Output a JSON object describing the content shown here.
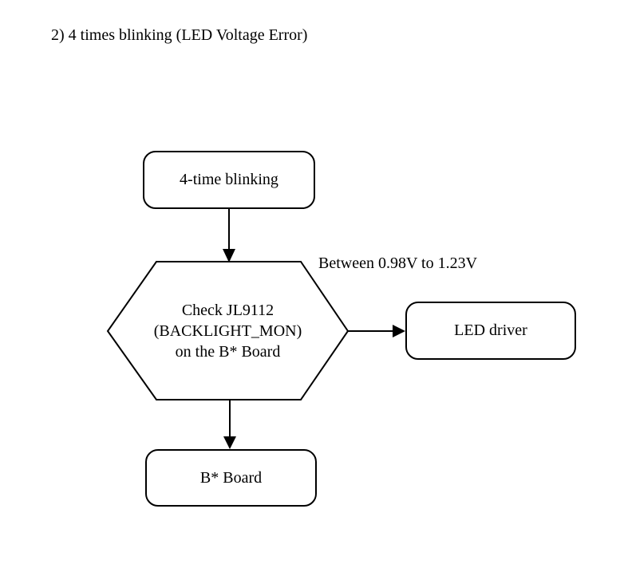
{
  "page": {
    "title": "2) 4 times blinking (LED Voltage Error)"
  },
  "colors": {
    "line": "#000000",
    "text": "#000000",
    "background": "#ffffff"
  },
  "flowchart": {
    "nodes": {
      "start": {
        "shape": "rounded-rect",
        "label": "4-time blinking"
      },
      "check": {
        "shape": "hexagon",
        "line1": "Check JL9112",
        "line2": "(BACKLIGHT_MON)",
        "line3": "on the B* Board"
      },
      "led_driver": {
        "shape": "rounded-rect",
        "label": "LED driver"
      },
      "b_board": {
        "shape": "rounded-rect",
        "label": "B* Board"
      }
    },
    "annotation": "Between 0.98V to 1.23V",
    "edges": [
      {
        "from": "start",
        "to": "check"
      },
      {
        "from": "check",
        "to": "led_driver",
        "label": "Between 0.98V to 1.23V"
      },
      {
        "from": "check",
        "to": "b_board"
      }
    ]
  }
}
